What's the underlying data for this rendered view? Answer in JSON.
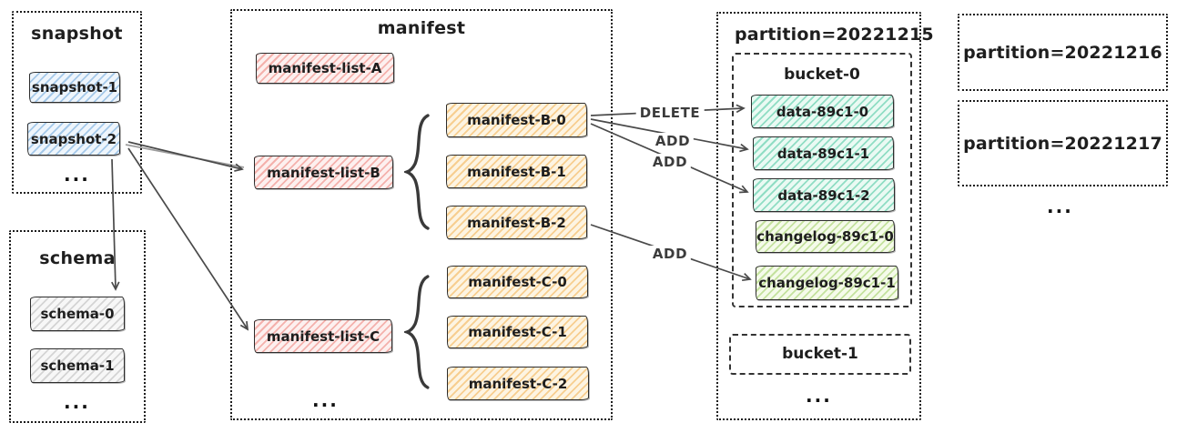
{
  "diagram": {
    "snapshot_group": {
      "title": "snapshot",
      "items": [
        "snapshot-1",
        "snapshot-2"
      ],
      "ellipsis": "..."
    },
    "schema_group": {
      "title": "schema",
      "items": [
        "schema-0",
        "schema-1"
      ],
      "ellipsis": "..."
    },
    "manifest_group": {
      "title": "manifest",
      "lists": [
        "manifest-list-A",
        "manifest-list-B",
        "manifest-list-C"
      ],
      "group_b": [
        "manifest-B-0",
        "manifest-B-1",
        "manifest-B-2"
      ],
      "group_c": [
        "manifest-C-0",
        "manifest-C-1",
        "manifest-C-2"
      ],
      "ellipsis": "..."
    },
    "partition_group": {
      "title": "partition=20221215",
      "bucket0": {
        "title": "bucket-0",
        "data_files": [
          "data-89c1-0",
          "data-89c1-1",
          "data-89c1-2"
        ],
        "changelog_files": [
          "changelog-89c1-0",
          "changelog-89c1-1"
        ]
      },
      "bucket1": {
        "title": "bucket-1"
      },
      "ellipsis": "..."
    },
    "other_partitions": {
      "p20221216": "partition=20221216",
      "p20221217": "partition=20221217",
      "ellipsis": "..."
    },
    "edges": {
      "delete_label": "DELETE",
      "add_label_1": "ADD",
      "add_label_2": "ADD",
      "add_label_3": "ADD"
    },
    "colors": {
      "snapshot": "#5b9bd5",
      "schema": "#8c8c8c",
      "manifest_list": "#eb6c64",
      "manifest_file": "#f0a22e",
      "data_file": "#2dbe91",
      "changelog_file": "#94c852",
      "ink": "#1e1e1e"
    }
  }
}
